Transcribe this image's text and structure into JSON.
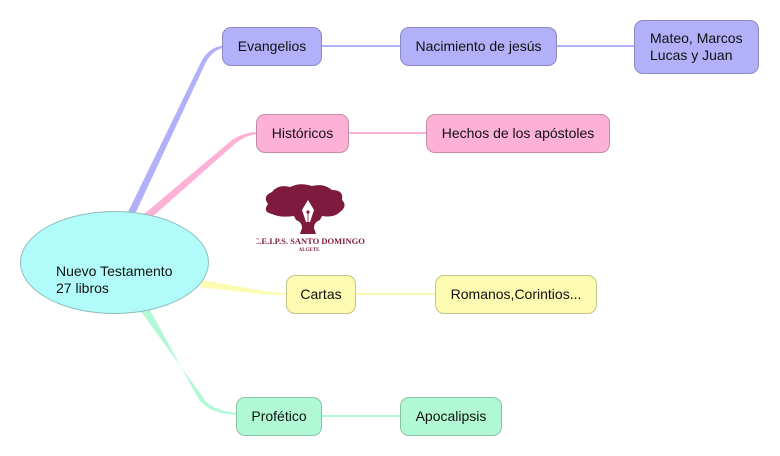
{
  "colors": {
    "root_fill": "#b1fcfb",
    "evangelios": "#b1b0f8",
    "historicos": "#fdb1d6",
    "cartas": "#fdfab1",
    "profetico": "#b1f9d5",
    "logo": "#7e1a3e"
  },
  "root": {
    "line1": "Nuevo Testamento",
    "line2": "27 libros"
  },
  "branches": [
    {
      "label": "Evangelios",
      "child": "Nacimiento de jesús",
      "grandchild_line1": "Mateo, Marcos",
      "grandchild_line2": "Lucas y Juan"
    },
    {
      "label": "Históricos",
      "child": "Hechos de los apóstoles"
    },
    {
      "label": "Cartas",
      "child": "Romanos,Corintios..."
    },
    {
      "label": "Profético",
      "child": "Apocalipsis"
    }
  ],
  "logo": {
    "name": "C.E.I.P.S. SANTO DOMINGO",
    "place": "ALGETE"
  }
}
